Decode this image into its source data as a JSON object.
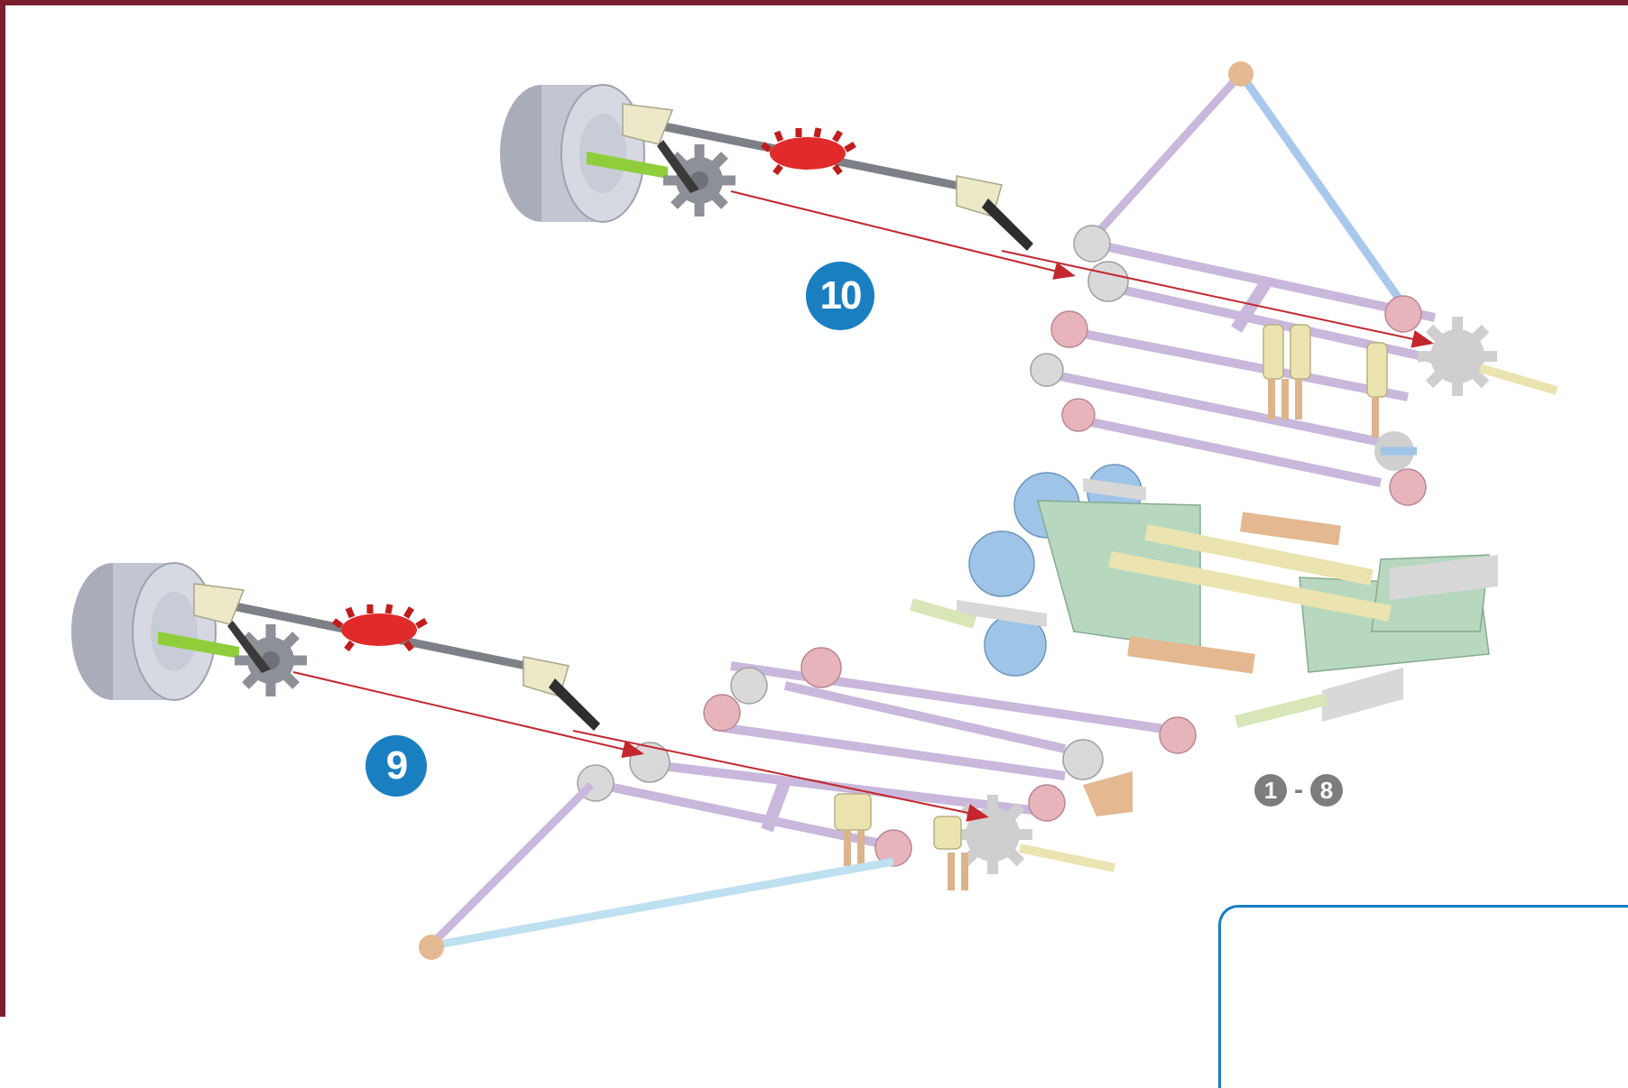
{
  "steps": {
    "step_9": "9",
    "step_10": "10",
    "range_start": "1",
    "range_separator": "-",
    "range_end": "8"
  },
  "colors": {
    "frame": "#7a1f2e",
    "badge_blue": "#1a7fc1",
    "badge_grey": "#7d7d7d",
    "arrow": "#c4262e",
    "gear_red": "#e12a2a",
    "wheel_grey": "#b8bcc8",
    "axle_green": "#8fce3a",
    "rod_lavender": "#c9b8dc",
    "rod_blue": "#a9c8ec",
    "connector_pink": "#e8b4bc",
    "connector_green": "#b7d8bf",
    "connector_blue": "#9ec4e8",
    "connector_tan": "#e4b890",
    "connector_cream": "#ece4b0"
  }
}
